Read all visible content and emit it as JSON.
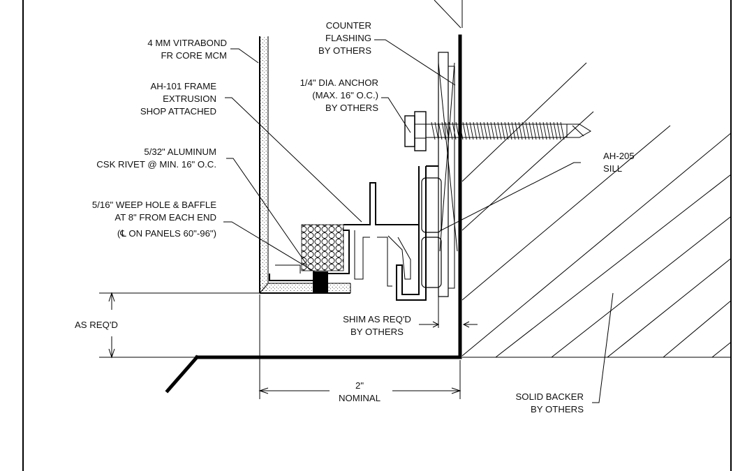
{
  "labels": {
    "counter_flashing": [
      "COUNTER",
      "FLASHING",
      "BY OTHERS"
    ],
    "mcm": [
      "4 MM VITRABOND",
      "FR CORE MCM"
    ],
    "frame": [
      "AH-101 FRAME",
      "EXTRUSION",
      "SHOP ATTACHED"
    ],
    "anchor": [
      "1/4\" DIA. ANCHOR",
      "(MAX. 16\" O.C.)",
      "BY OTHERS"
    ],
    "rivet": [
      "5/32\" ALUMINUM",
      "CSK RIVET @ MIN. 16\" O.C."
    ],
    "sill": [
      "AH-205",
      "SILL"
    ],
    "weep": [
      "5/16\" WEEP HOLE & BAFFLE",
      "AT 8\" FROM EACH END",
      "(℄ ON PANELS 60\"-96\")"
    ],
    "as_reqd": "AS REQ'D",
    "shim": [
      "SHIM AS REQ'D",
      "BY OTHERS"
    ],
    "nominal": [
      "2\"",
      "NOMINAL"
    ],
    "backer": [
      "SOLID BACKER",
      "BY OTHERS"
    ]
  },
  "colors": {
    "line": "#000000",
    "background": "#ffffff"
  }
}
